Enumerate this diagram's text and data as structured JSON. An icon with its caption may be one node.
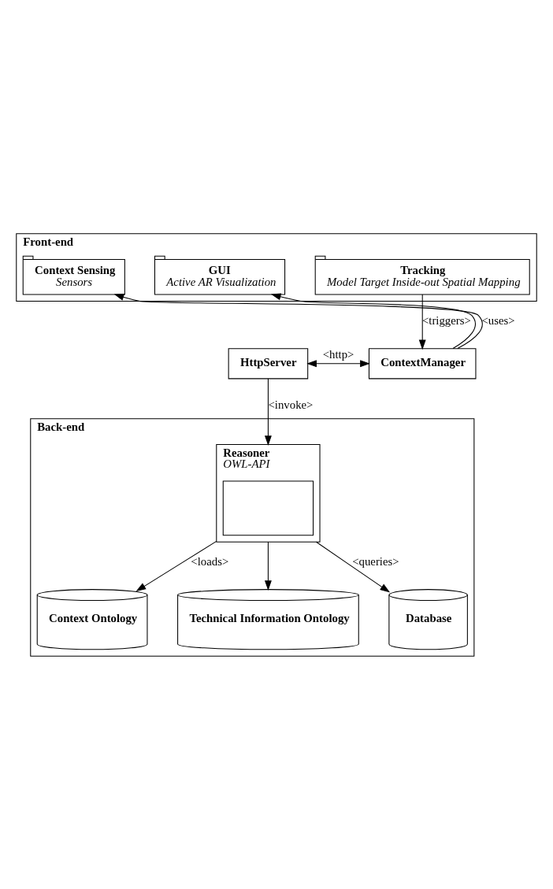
{
  "diagram": {
    "nodes": [
      {
        "text": [
          "Front-end"
        ]
      },
      {
        "text": [
          "Tracking",
          "Model Target Inside-out Spatial Mapping"
        ],
        "in": 0
      },
      {
        "text": [
          "GUI",
          "Active AR Visualization"
        ],
        "in": 0
      },
      {
        "text": [
          "Context Sensing",
          "Sensors"
        ],
        "in": 0
      },
      {
        "text": [
          "ContextManager"
        ]
      },
      {
        "text": [
          "Back-end"
        ]
      },
      {
        "text": [
          "HttpServer"
        ]
      },
      {
        "text": [
          "Reasoner",
          "OWL-API"
        ],
        "in": 5
      },
      {
        "text": [],
        "shape": "box",
        "in": 7
      },
      {
        "text": [
          "Context Ontology"
        ],
        "in": 5
      },
      {
        "text": [
          "Technical Information Ontology"
        ],
        "in": 5
      },
      {
        "text": [
          "Database"
        ],
        "in": 5
      }
    ],
    "edges": [
      {
        "from": 1,
        "to": 4,
        "arrow": "to",
        "label": "<triggers>"
      },
      {
        "from": 4,
        "to": 2,
        "arrow": "to"
      },
      {
        "from": 4,
        "to": 3,
        "arrow": "to",
        "label": "<uses>"
      },
      {
        "from": 6,
        "to": 4,
        "arrow": "both",
        "label": "<http>"
      },
      {
        "from": 6,
        "to": 7,
        "arrow": "to",
        "label": "<invoke>"
      },
      {
        "from": 7,
        "to": 9,
        "arrow": "to",
        "label": "<loads>"
      },
      {
        "from": 7,
        "to": 10,
        "arrow": "to"
      },
      {
        "from": 7,
        "to": 11,
        "arrow": "to",
        "label": "<queries>"
      }
    ]
  }
}
